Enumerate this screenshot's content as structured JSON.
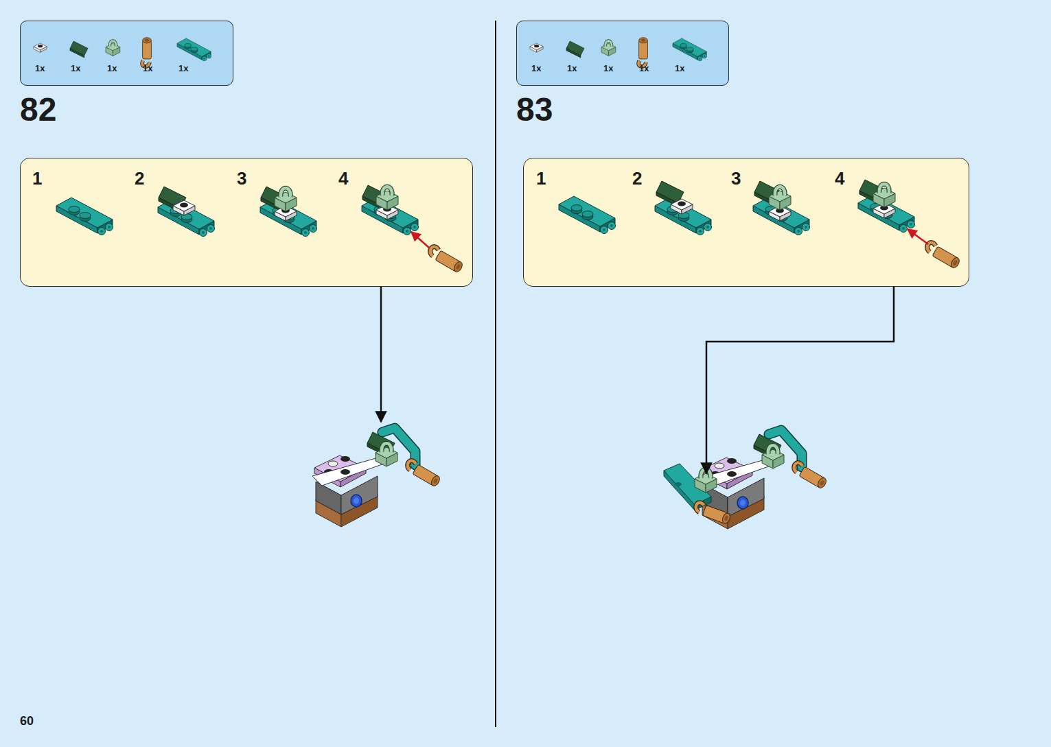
{
  "diagram": {
    "nodes": [
      {
        "text": [
          "1x",
          "1x",
          "1x",
          "1x",
          "1x"
        ]
      },
      {
        "text": [
          "1",
          "2",
          "3",
          "4"
        ]
      },
      {
        "text": [
          "1x",
          "1x",
          "1x",
          "1x",
          "1x"
        ]
      },
      {
        "text": [
          "1",
          "2",
          "3",
          "4"
        ]
      }
    ],
    "labels": [
      "82",
      "83",
      "60"
    ]
  }
}
